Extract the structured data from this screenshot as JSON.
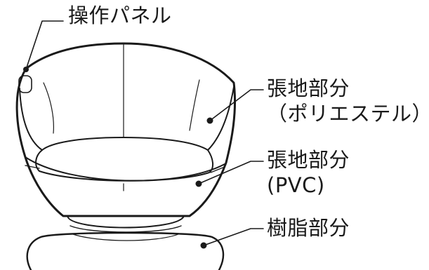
{
  "labels": {
    "operation_panel": "操作パネル",
    "upholstery_polyester": {
      "line1": "張地部分",
      "line2": "（ポリエステル）"
    },
    "upholstery_pvc": {
      "line1": "張地部分",
      "line2": "(PVC)"
    },
    "resin_part": "樹脂部分"
  },
  "colors": {
    "ink": "#1a1a1a",
    "background": "#ffffff"
  }
}
